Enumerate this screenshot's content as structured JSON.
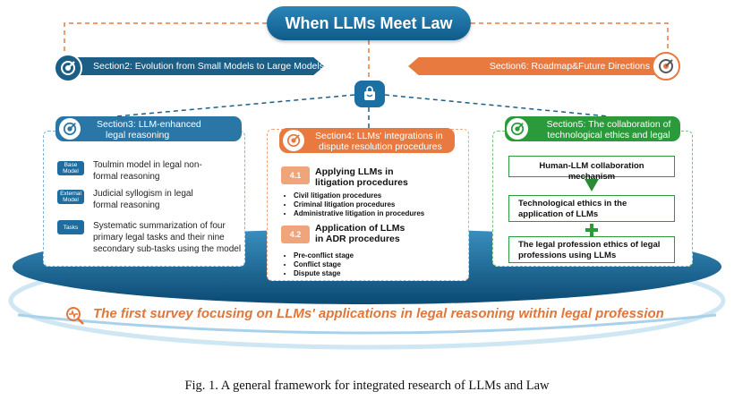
{
  "title": "When LLMs Meet Law",
  "section2": {
    "label": "Section2: Evolution from Small Models to Large Models"
  },
  "section6": {
    "label": "Section6: Roadmap&Future Directions"
  },
  "section3": {
    "header": [
      "Section3: LLM-enhanced",
      "legal reasoning"
    ],
    "items": [
      {
        "badge": [
          "Base",
          "Model"
        ],
        "text": [
          "Toulmin model in legal non-",
          "formal reasoning"
        ]
      },
      {
        "badge": [
          "External",
          "Model"
        ],
        "text": [
          "Judicial syllogism in legal",
          "formal reasoning"
        ]
      },
      {
        "badge": [
          "Tasks"
        ],
        "text": [
          "Systematic summarization of four",
          "primary legal tasks and their nine",
          "secondary sub-tasks using the model"
        ]
      }
    ]
  },
  "section4": {
    "header": [
      "Section4: LLMs' integrations in",
      "dispute resolution procedures"
    ],
    "blocks": [
      {
        "num": "4.1",
        "title": [
          "Applying LLMs in",
          "litigation procedures"
        ],
        "bullets": [
          "Civil litigation procedures",
          "Criminal litigation procedures",
          "Administrative litigation in procedures"
        ]
      },
      {
        "num": "4.2",
        "title": [
          "Application of LLMs",
          "in ADR procedures"
        ],
        "bullets": [
          "Pre-conflict stage",
          "Conflict stage",
          "Dispute stage"
        ]
      }
    ]
  },
  "section5": {
    "header": [
      "Section5: The collaboration of",
      "technological ethics and legal ethics"
    ],
    "boxes": [
      [
        "Human-LLM collaboration mechanism"
      ],
      [
        "Technological ethics in the",
        "application of LLMs"
      ],
      [
        "The legal profession ethics of legal",
        "professions using LLMs"
      ]
    ]
  },
  "tagline": "The first survey focusing on LLMs' applications in legal reasoning within legal profession",
  "caption": "Fig. 1.  A general framework for integrated research of LLMs and Law",
  "colors": {
    "blue": "#1c5f86",
    "orange": "#e87a3f",
    "green": "#2a9a3b"
  },
  "icons": [
    "target-icon",
    "shopping-bag-icon",
    "pulse-search-icon"
  ]
}
